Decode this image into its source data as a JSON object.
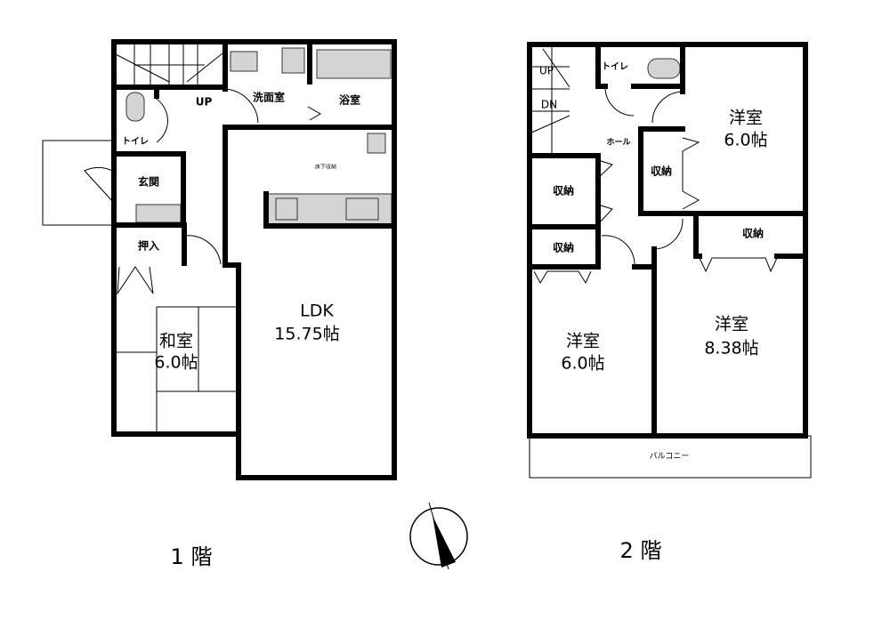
{
  "floor1": {
    "label": "1 階",
    "rooms": {
      "up": "UP",
      "washroom": "洗面室",
      "bath": "浴室",
      "toilet": "トイレ",
      "entrance": "玄関",
      "closet": "押入",
      "washitsu_name": "和室",
      "washitsu_size": "6.0帖",
      "ldk_name": "LDK",
      "ldk_size": "15.75帖",
      "underfloor_storage": "床下収納"
    }
  },
  "floor2": {
    "label": "2 階",
    "rooms": {
      "up": "UP",
      "dn": "DN",
      "toilet": "トイレ",
      "hall": "ホール",
      "room_ne_name": "洋室",
      "room_ne_size": "6.0帖",
      "storage_hall": "収納",
      "storage_left": "収納",
      "storage_lower_left": "収納",
      "storage_right": "収納",
      "room_sw_name": "洋室",
      "room_sw_size": "6.0帖",
      "room_se_name": "洋室",
      "room_se_size": "8.38帖",
      "balcony": "バルコニー"
    }
  },
  "compass": {
    "icon": "north-arrow-icon"
  }
}
